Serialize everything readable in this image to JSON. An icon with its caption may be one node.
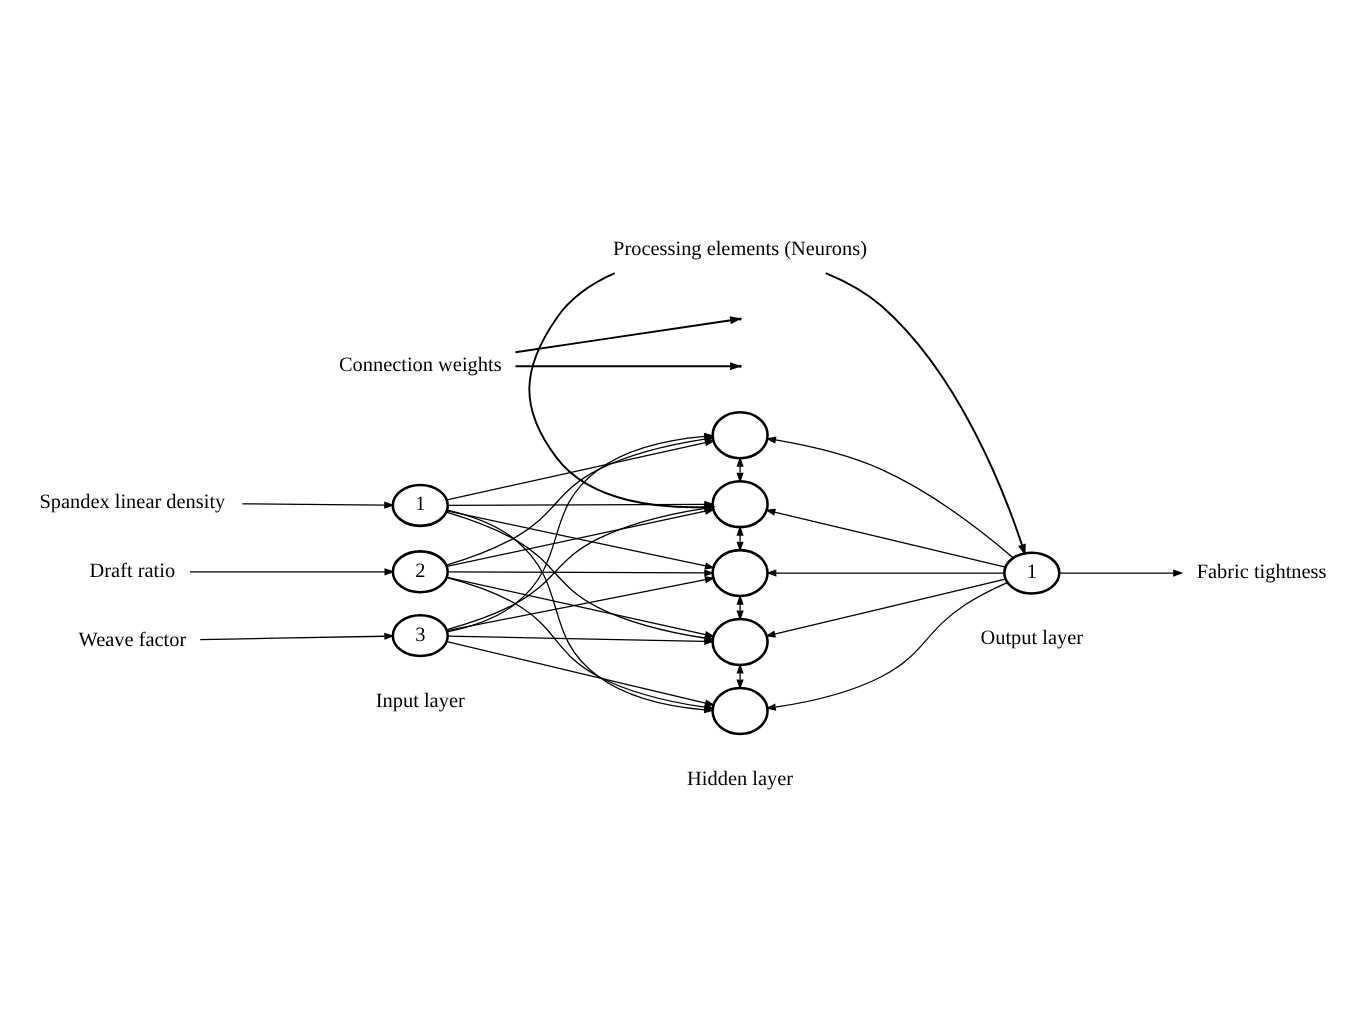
{
  "diagram": {
    "nodes": [
      {
        "text": [
          "Spandex linear density"
        ]
      },
      {
        "text": [
          "Draft ratio"
        ]
      },
      {
        "text": [
          "Weave factor"
        ]
      },
      {
        "text": [
          "1"
        ]
      },
      {
        "text": [
          "2"
        ]
      },
      {
        "text": [
          "3"
        ]
      },
      {
        "text": [],
        "shape": "circle"
      },
      {
        "text": [],
        "shape": "circle"
      },
      {
        "text": [],
        "shape": "circle"
      },
      {
        "text": [],
        "shape": "circle"
      },
      {
        "text": [],
        "shape": "circle"
      },
      {
        "text": [
          "1"
        ]
      },
      {
        "text": [
          "Fabric tightness"
        ]
      },
      {
        "text": [
          "Connection weights"
        ]
      },
      {
        "text": [
          "Processing elements (Neurons)"
        ]
      }
    ],
    "edges": [
      {
        "from": 0,
        "to": 3,
        "arrow": "to"
      },
      {
        "from": 1,
        "to": 4,
        "arrow": "to"
      },
      {
        "from": 2,
        "to": 5,
        "arrow": "to"
      },
      {
        "from": 3,
        "to": 6,
        "arrow": "to"
      },
      {
        "from": 3,
        "to": 7,
        "arrow": "to"
      },
      {
        "from": 3,
        "to": 8,
        "arrow": "to"
      },
      {
        "from": 3,
        "to": 9,
        "arrow": "to"
      },
      {
        "from": 3,
        "to": 10,
        "arrow": "to"
      },
      {
        "from": 4,
        "to": 6,
        "arrow": "to"
      },
      {
        "from": 4,
        "to": 7,
        "arrow": "to"
      },
      {
        "from": 4,
        "to": 8,
        "arrow": "to"
      },
      {
        "from": 4,
        "to": 9,
        "arrow": "to"
      },
      {
        "from": 4,
        "to": 10,
        "arrow": "to"
      },
      {
        "from": 5,
        "to": 6,
        "arrow": "to"
      },
      {
        "from": 5,
        "to": 7,
        "arrow": "to"
      },
      {
        "from": 5,
        "to": 8,
        "arrow": "to"
      },
      {
        "from": 5,
        "to": 9,
        "arrow": "to"
      },
      {
        "from": 5,
        "to": 10,
        "arrow": "to"
      },
      {
        "from": 11,
        "to": 6,
        "arrow": "to"
      },
      {
        "from": 11,
        "to": 7,
        "arrow": "to"
      },
      {
        "from": 11,
        "to": 8,
        "arrow": "to"
      },
      {
        "from": 11,
        "to": 9,
        "arrow": "to"
      },
      {
        "from": 11,
        "to": 10,
        "arrow": "to"
      },
      {
        "from": 6,
        "to": 7,
        "arrow": "both",
        "style": "dashed"
      },
      {
        "from": 7,
        "to": 8,
        "arrow": "both",
        "style": "dashed"
      },
      {
        "from": 8,
        "to": 9,
        "arrow": "both",
        "style": "dashed"
      },
      {
        "from": 9,
        "to": 10,
        "arrow": "both",
        "style": "dashed"
      },
      {
        "from": 11,
        "to": 12,
        "arrow": "to"
      },
      {
        "from": 13,
        "to": null,
        "arrow": "to"
      },
      {
        "from": 13,
        "to": null,
        "arrow": "to"
      },
      {
        "from": 14,
        "to": 7,
        "arrow": "to"
      },
      {
        "from": 14,
        "to": 11,
        "arrow": "to"
      }
    ],
    "labels": [
      "Input layer",
      "Output layer",
      "Hidden layer"
    ]
  }
}
